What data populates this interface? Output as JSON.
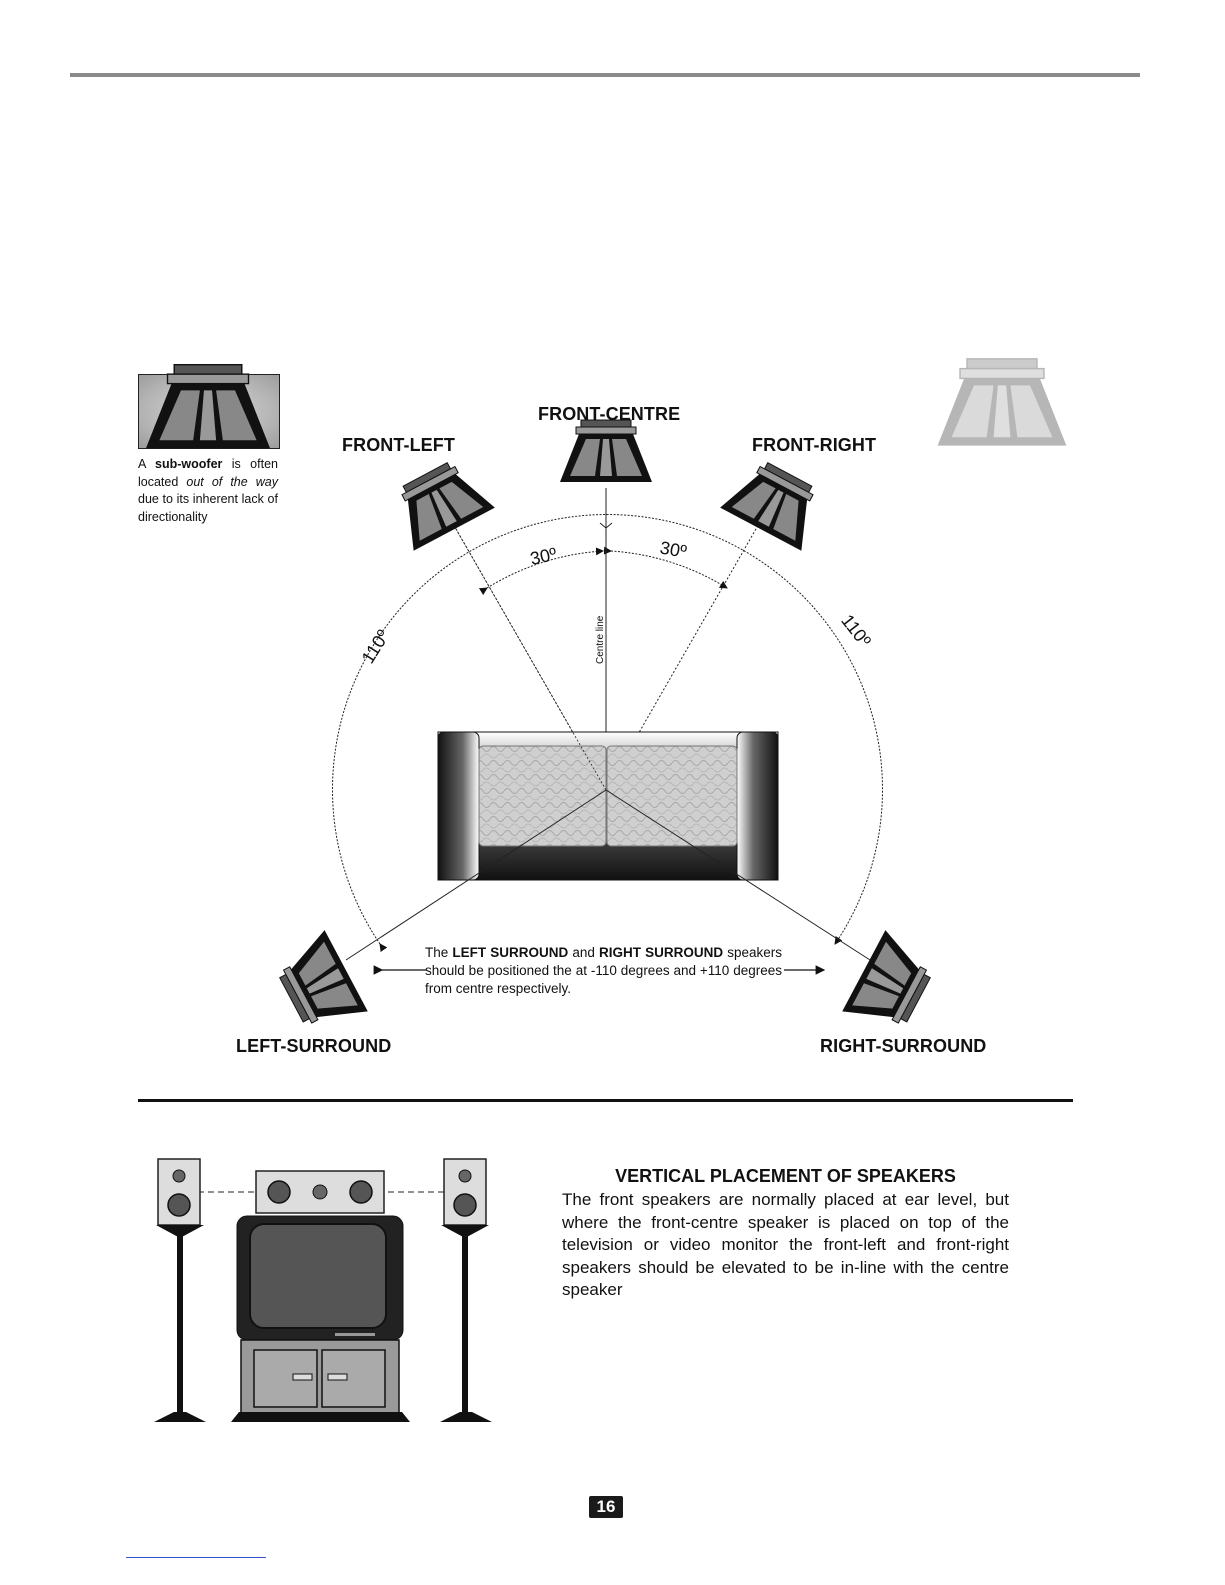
{
  "labels": {
    "front_centre": "FRONT-CENTRE",
    "front_left": "FRONT-LEFT",
    "front_right": "FRONT-RIGHT",
    "left_surround": "LEFT-SURROUND",
    "right_surround": "RIGHT-SURROUND",
    "centre_line": "Centre line",
    "angle_30": "30º",
    "angle_110": "110º"
  },
  "subwoofer_note": {
    "a": "A",
    "term": "sub-woofer",
    "text1": "is often located",
    "emph": "out of the way",
    "text2": "due to its inherent lack of directionality"
  },
  "surround_note": {
    "lead": "The",
    "left": "LEFT SURROUND",
    "and": "and",
    "right": "RIGHT SURROUND",
    "rest": "speakers should be positioned the at -110 degrees and +110 degrees from centre respectively."
  },
  "vertical": {
    "title": "VERTICAL PLACEMENT OF SPEAKERS",
    "body": "The front speakers are normally placed at ear level, but where the front-centre speaker is placed on top of the television or video monitor the front-left and front-right speakers should be elevated to be in-line with the centre speaker"
  },
  "page_number": "16"
}
